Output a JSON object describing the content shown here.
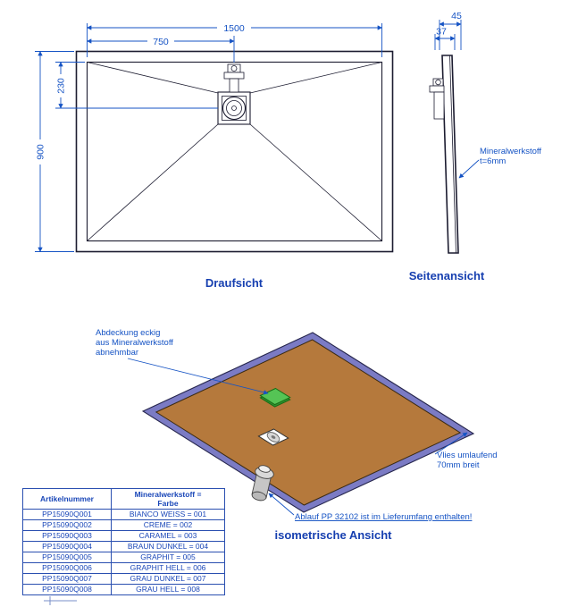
{
  "colors": {
    "dimension_blue": "#1553c4",
    "object_line": "#1c1c30",
    "vlies_blue": "#7b7bc4",
    "surface_brown": "#b5793c",
    "cover_green": "#4db84d"
  },
  "top_view": {
    "label": "Draufsicht",
    "dim_width": "1500",
    "dim_half": "750",
    "dim_drain_offset": "230",
    "dim_height": "900"
  },
  "side_view": {
    "label": "Seitenansicht",
    "dim_total": "45",
    "dim_body": "37",
    "note_l1": "Mineralwerkstoff",
    "note_l2": "t=6mm"
  },
  "iso_view": {
    "label": "isometrische Ansicht",
    "cover_note_l1": "Abdeckung eckig",
    "cover_note_l2": "aus Mineralwerkstoff",
    "cover_note_l3": "abnehmbar",
    "vlies_note_l1": "Vlies umlaufend",
    "vlies_note_l2": "70mm breit",
    "drain_note": "Ablauf PP 32102 ist im Lieferumfang enthalten!"
  },
  "table": {
    "header_col1": "Artikelnummer",
    "header_col2_l1": "Mineralwerkstoff =",
    "header_col2_l2": "Farbe",
    "rows": [
      {
        "art": "PP15090Q001",
        "farbe": "BIANCO WEISS = 001"
      },
      {
        "art": "PP15090Q002",
        "farbe": "CREME = 002"
      },
      {
        "art": "PP15090Q003",
        "farbe": "CARAMEL = 003"
      },
      {
        "art": "PP15090Q004",
        "farbe": "BRAUN DUNKEL = 004"
      },
      {
        "art": "PP15090Q005",
        "farbe": "GRAPHIT = 005"
      },
      {
        "art": "PP15090Q006",
        "farbe": "GRAPHIT HELL = 006"
      },
      {
        "art": "PP15090Q007",
        "farbe": "GRAU DUNKEL = 007"
      },
      {
        "art": "PP15090Q008",
        "farbe": "GRAU HELL = 008"
      }
    ]
  }
}
